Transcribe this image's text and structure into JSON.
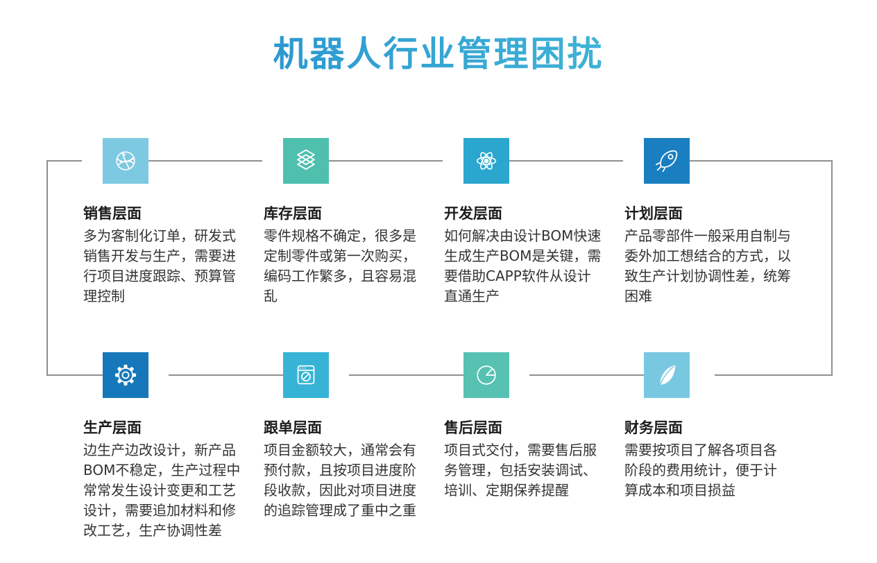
{
  "title": {
    "text": "机器人行业管理困扰",
    "gradient_start": "#1f86cd",
    "gradient_end": "#4fc9da"
  },
  "connector": {
    "color": "#8f8f8f"
  },
  "sections": [
    {
      "heading": "销售层面",
      "body": "多为客制化订单，研发式销售开发与生产，需要进行项目进度跟踪、预算管理控制",
      "color": "#7dc9e2",
      "icon": "globe-network-icon"
    },
    {
      "heading": "库存层面",
      "body": "零件规格不确定，很多是定制零件或第一次购买，编码工作繁多，且容易混乱",
      "color": "#4fbfae",
      "icon": "layers-icon"
    },
    {
      "heading": "开发层面",
      "body": "如何解决由设计BOM快速生成生产BOM是关键，需要借助CAPP软件从设计直通生产",
      "color": "#2ba7cf",
      "icon": "atom-icon"
    },
    {
      "heading": "计划层面",
      "body": "产品零部件一般采用自制与委外加工想结合的方式，以致生产计划协调性差，统筹困难",
      "color": "#1a7fc1",
      "icon": "rocket-icon"
    },
    {
      "heading": "生产层面",
      "body": "边生产边改设计，新产品BOM不稳定，生产过程中常常发生设计变更和工艺设计，需要追加材料和修改工艺，生产协调性差",
      "color": "#1678ba",
      "icon": "gear-icon"
    },
    {
      "heading": "跟单层面",
      "body": "项目金额较大，通常会有预付款，且按项目进度阶段收款，因此对项目进度的追踪管理成了重中之重",
      "color": "#36b3d5",
      "icon": "browser-compass-icon"
    },
    {
      "heading": "售后层面",
      "body": "项目式交付，需要售后服务管理，包括安装调试、培训、定期保养提醒",
      "color": "#57c2b2",
      "icon": "pie-chart-icon"
    },
    {
      "heading": "财务层面",
      "body": "需要按项目了解各项目各阶段的费用统计，便于计算成本和项目损益",
      "color": "#79c8e2",
      "icon": "feather-icon"
    }
  ]
}
